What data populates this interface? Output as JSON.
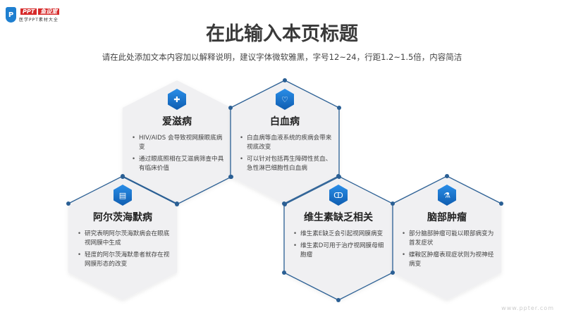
{
  "logo": {
    "brand": "PPT",
    "tag": "鱼设室",
    "subtitle": "医学PPT素材大全",
    "icon": "shield-p-icon"
  },
  "title": "在此输入本页标题",
  "subtitle": "请在此处添加文本内容加以解释说明，建议字体微软雅黑，字号12~24，行距1.2~1.5倍，内容简洁",
  "accent": "#1f5f9a",
  "cards": [
    {
      "title": "爱滋病",
      "icon": "plus-diamond-icon",
      "glyph": "✚",
      "bullets": [
        "HIV/AIDS 会导致视网膜眼底病变",
        "通过眼底照相在艾滋病筛查中具有临床价值"
      ]
    },
    {
      "title": "白血病",
      "icon": "heart-pulse-icon",
      "glyph": "♡",
      "bullets": [
        "白血病等血液系统的疾病会带来视底改变",
        "可以针对包括再生障碍性贫血、急性淋巴细胞性白血病"
      ]
    },
    {
      "title": "阿尔茨海默病",
      "icon": "medical-chart-icon",
      "glyph": "▤",
      "bullets": [
        "研究表明阿尔茨海默病会在眼底视网膜中生成",
        "轻度的阿尔茨海默患者就存在视网膜形态的改变"
      ]
    },
    {
      "title": "维生素缺乏相关",
      "icon": "lungs-icon",
      "glyph": "ↀ",
      "bullets": [
        "维生素E缺乏会引起视网膜病变",
        "维生素D可用于治疗视网膜母细胞瘤"
      ]
    },
    {
      "title": "脑部肿瘤",
      "icon": "microscope-icon",
      "glyph": "⚗",
      "bullets": [
        "部分脑部肿瘤可能以眼部病变为首发症状",
        "蝶鞍区肿瘤表现症状则为视神经病变"
      ]
    }
  ],
  "watermark": "www.ppter.com"
}
